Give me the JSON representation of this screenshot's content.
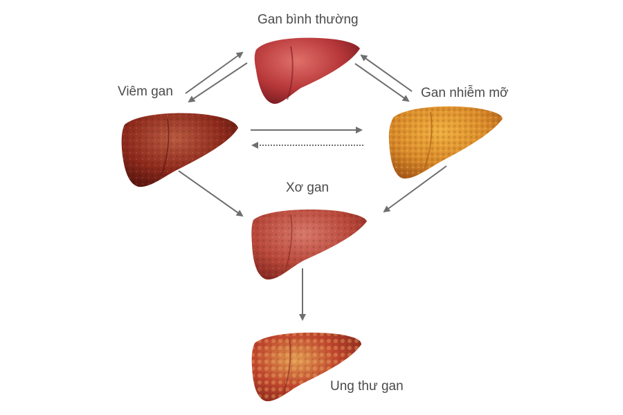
{
  "labels": {
    "normal": "Gan bình thường",
    "hepatitis": "Viêm gan",
    "fatty": "Gan nhiễm mỡ",
    "cirrhosis": "Xơ gan",
    "cancer": "Ung thư gan"
  },
  "colors": {
    "normal": "#b8383a",
    "hepatitis": "#8e2a1c",
    "fatty": "#d98a2a",
    "cirrhosis": "#b8483a",
    "cancer": "#c0452e",
    "arrow": "#6e6e6e"
  }
}
